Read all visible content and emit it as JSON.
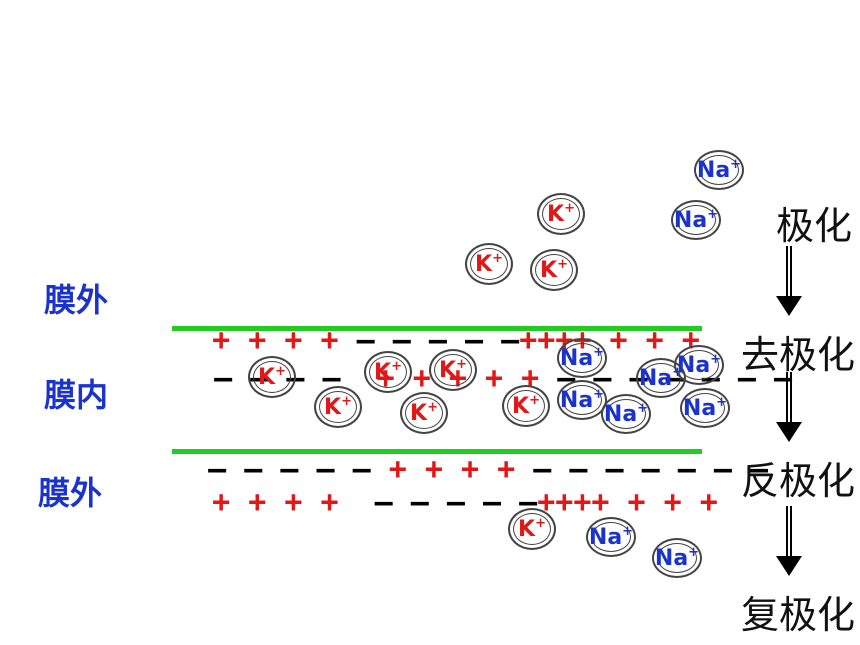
{
  "labels": {
    "outside_top": "膜外",
    "inside": "膜内",
    "outside_bottom": "膜外"
  },
  "stages": [
    "极化",
    "去极化",
    "反极化",
    "复极化"
  ],
  "charges": {
    "top_outer": [
      {
        "sign": "plus",
        "text": "+ + + +"
      },
      {
        "sign": "minus",
        "text": " – – – – –"
      },
      {
        "sign": "plus",
        "text": "++++ + + +"
      }
    ],
    "top_inner": [
      {
        "sign": "minus",
        "text": "– – – –"
      },
      {
        "sign": "plus",
        "text": "  + + + + +"
      },
      {
        "sign": "minus",
        "text": " – – – – – – –"
      }
    ],
    "bottom_inner": [
      {
        "sign": "minus",
        "text": "– – – – –"
      },
      {
        "sign": "plus",
        "text": " + + + +"
      },
      {
        "sign": "minus",
        "text": " – – – – – – –"
      }
    ],
    "bottom_outer": [
      {
        "sign": "plus",
        "text": "+ + + +"
      },
      {
        "sign": "minus",
        "text": "  – – – – –"
      },
      {
        "sign": "plus",
        "text": "++++ + + +"
      }
    ]
  },
  "ions": {
    "k_symbol": "K",
    "na_symbol": "Na",
    "charge": "+"
  },
  "colors": {
    "membrane": "#22cc22",
    "plus": "#e01818",
    "minus": "#000000",
    "label": "#1a33cc"
  }
}
